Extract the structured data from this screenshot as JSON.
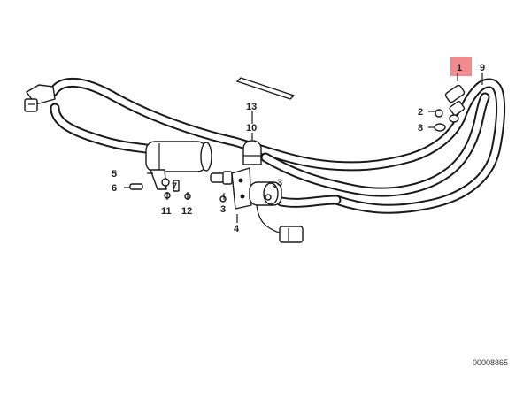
{
  "diagram": {
    "highlight_color": "#f08a8f",
    "part_numbers": [
      "1",
      "2",
      "3",
      "3",
      "4",
      "5",
      "6",
      "7",
      "8",
      "9",
      "10",
      "11",
      "12",
      "13"
    ],
    "reference_code": "00008865"
  }
}
